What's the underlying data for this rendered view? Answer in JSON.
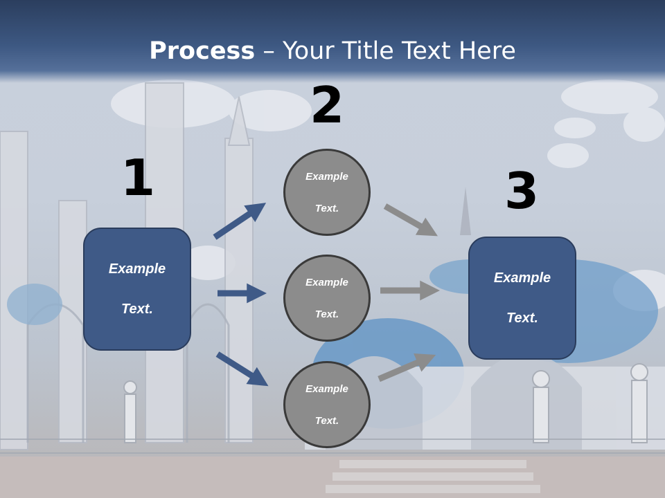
{
  "slide": {
    "title_bold": "Process",
    "title_rest": " – Your Title Text Here",
    "steps": {
      "one": "1",
      "two": "2",
      "three": "3"
    },
    "left_box": {
      "line1": "Example",
      "line2": "Text."
    },
    "right_box": {
      "line1": "Example",
      "line2": "Text."
    },
    "circles": [
      {
        "line1": "Example",
        "line2": "Text."
      },
      {
        "line1": "Example",
        "line2": "Text."
      },
      {
        "line1": "Example",
        "line2": "Text."
      }
    ]
  },
  "colors": {
    "title_band": "#3d5882",
    "box_fill": "#3f5a87",
    "circle_fill": "#8c8c8c",
    "arrow_blue": "#3f5a87",
    "arrow_gray": "#8c8c8c"
  }
}
